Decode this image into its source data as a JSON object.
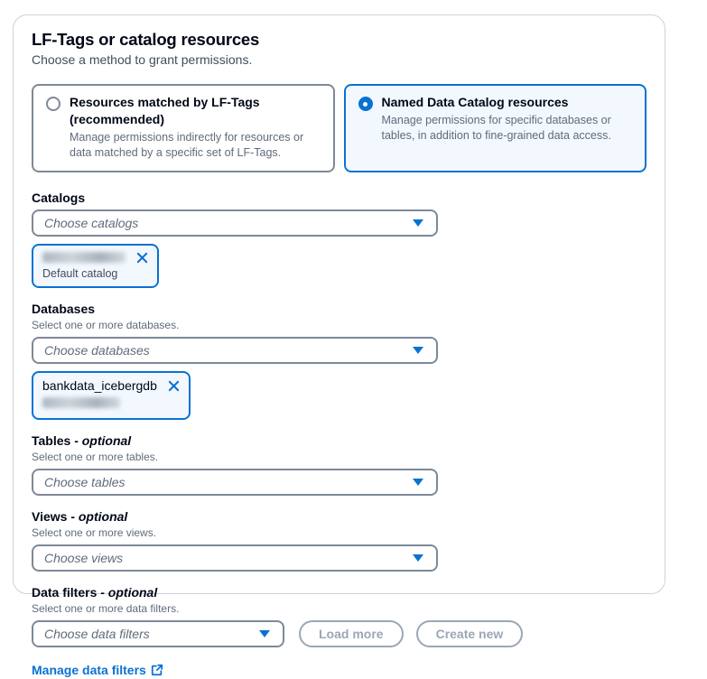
{
  "colors": {
    "accent_blue": "#0972d3",
    "selected_card_bg": "#f2f8fd",
    "border_gray": "#7d8998",
    "text_dark": "#000716",
    "text_secondary": "#414d5c",
    "helper_gray": "#5f6b7a",
    "disabled_gray": "#9ba7b6"
  },
  "panel": {
    "title": "LF-Tags or catalog resources",
    "subtitle": "Choose a method to grant permissions."
  },
  "method_options": {
    "lf_tags": {
      "label": "Resources matched by LF-Tags (recommended)",
      "description": "Manage permissions indirectly for resources or data matched by a specific set of LF-Tags.",
      "selected": false
    },
    "named_resources": {
      "label": "Named Data Catalog resources",
      "description": "Manage permissions for specific databases or tables, in addition to fine-grained data access.",
      "selected": true
    }
  },
  "catalogs": {
    "label": "Catalogs",
    "placeholder": "Choose catalogs",
    "token": {
      "title_redacted": true,
      "subtitle": "Default catalog",
      "dismiss_icon": "close-x"
    }
  },
  "databases": {
    "label": "Databases",
    "helper": "Select one or more databases.",
    "placeholder": "Choose databases",
    "token": {
      "title": "bankdata_icebergdb",
      "subtitle_redacted": true,
      "dismiss_icon": "close-x"
    }
  },
  "tables": {
    "label": "Tables",
    "optional_suffix": "- optional",
    "helper": "Select one or more tables.",
    "placeholder": "Choose tables"
  },
  "views": {
    "label": "Views",
    "optional_suffix": "- optional",
    "helper": "Select one or more views.",
    "placeholder": "Choose views"
  },
  "data_filters": {
    "label": "Data filters",
    "optional_suffix": "- optional",
    "helper": "Select one or more data filters.",
    "placeholder": "Choose data filters",
    "load_more_button": "Load more",
    "create_new_button": "Create new",
    "manage_link": "Manage data filters",
    "buttons_disabled": true
  }
}
